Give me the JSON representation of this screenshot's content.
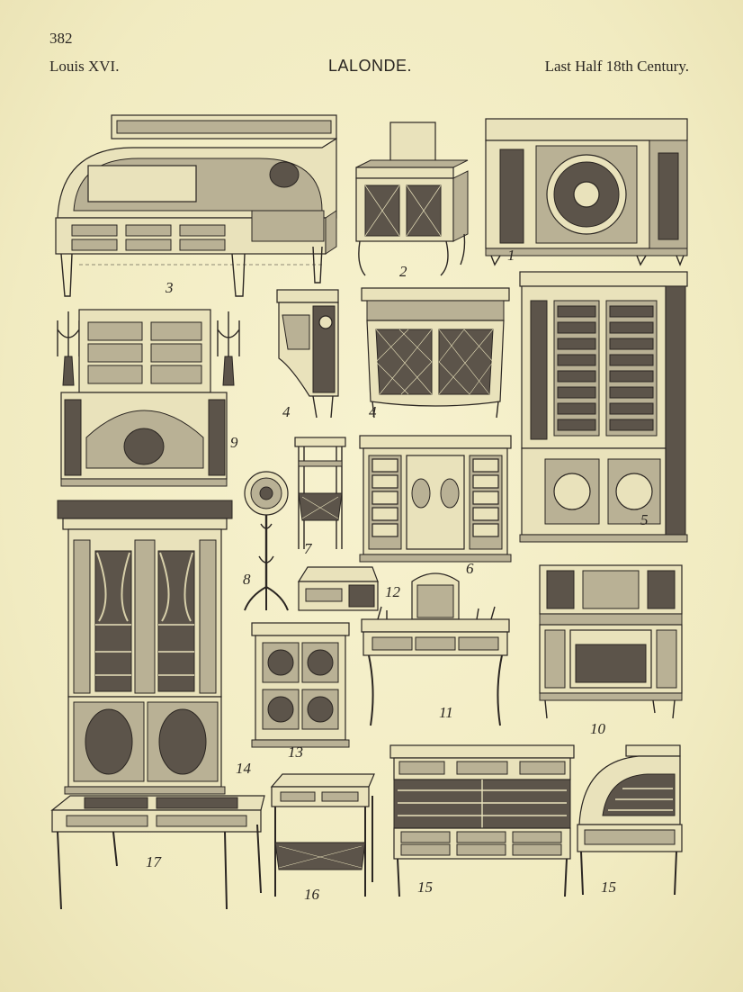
{
  "header": {
    "page_number": "382",
    "left": "Louis XVI.",
    "title": "LALONDE.",
    "right": "Last Half 18th Century."
  },
  "figures": {
    "cabinet_top_right": "1",
    "small_table": "2",
    "roll_top_desk": "3",
    "corner_piece": "4",
    "commode": "4",
    "tall_cabinet_right": "5",
    "chiffonier": "6",
    "stand": "7",
    "fire_screen": "8",
    "secretaire_with_candelabra": "9",
    "secretaire_right": "10",
    "dressing_table": "11",
    "small_box": "12",
    "low_cabinet": "13",
    "bookcase": "14",
    "filing_cabinet": "15",
    "cylinder_desk": "15",
    "work_table": "16",
    "writing_table": "17"
  }
}
